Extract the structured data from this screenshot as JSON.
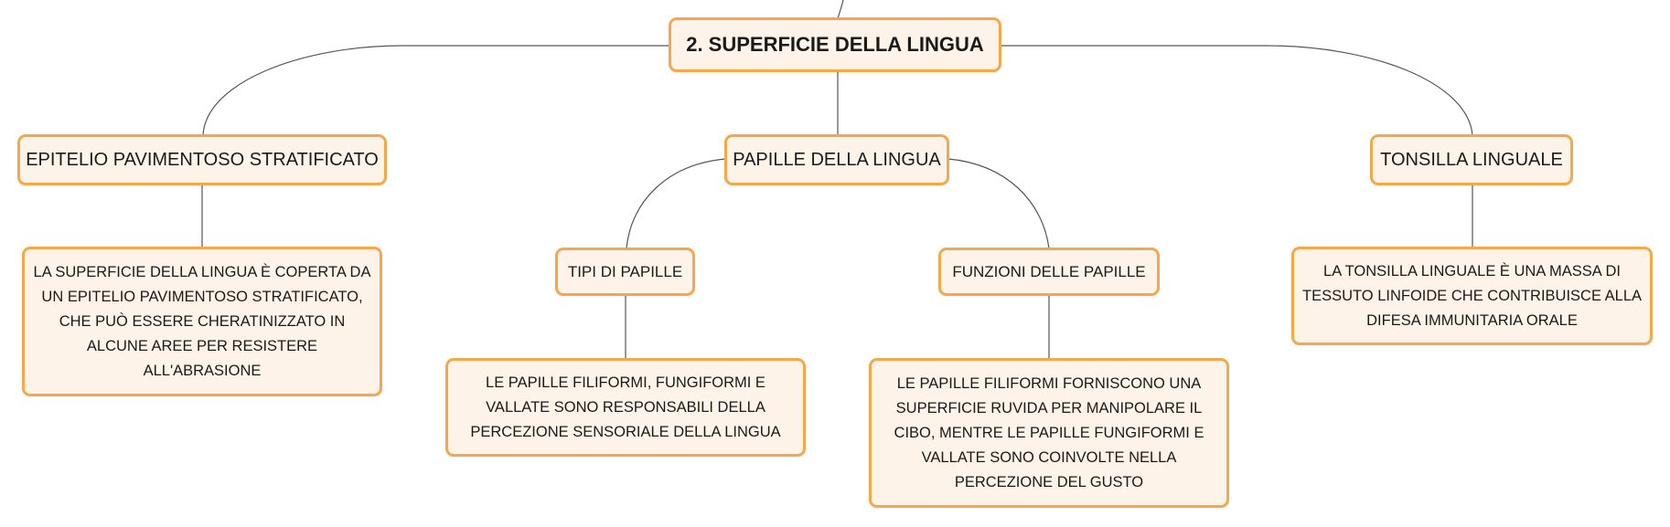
{
  "map": {
    "root": "2. SUPERFICIE DELLA LINGUA",
    "epitelio": {
      "title": "EPITELIO PAVIMENTOSO STRATIFICATO",
      "detail": "LA SUPERFICIE DELLA LINGUA È COPERTA DA UN EPITELIO PAVIMENTOSO STRATIFICATO, CHE PUÒ ESSERE CHERATINIZZATO IN ALCUNE AREE PER RESISTERE ALL'ABRASIONE"
    },
    "papille": {
      "title": "PAPILLE DELLA LINGUA",
      "tipi": {
        "title": "TIPI DI PAPILLE",
        "detail": "LE PAPILLE FILIFORMI, FUNGIFORMI E VALLATE SONO RESPONSABILI DELLA PERCEZIONE SENSORIALE DELLA LINGUA"
      },
      "funzioni": {
        "title": "FUNZIONI DELLE PAPILLE",
        "detail": "LE PAPILLE FILIFORMI FORNISCONO UNA SUPERFICIE RUVIDA PER MANIPOLARE IL CIBO, MENTRE LE PAPILLE FUNGIFORMI E VALLATE SONO COINVOLTE NELLA PERCEZIONE DEL GUSTO"
      }
    },
    "tonsilla": {
      "title": "TONSILLA LINGUALE",
      "detail": "LA TONSILLA LINGUALE È UNA MASSA DI TESSUTO LINFOIDE CHE CONTRIBUISCE ALLA DIFESA IMMUNITARIA ORALE"
    }
  },
  "colors": {
    "node_fill": "#fdf3e8",
    "node_border": "#f4a84a",
    "connector": "#555555"
  }
}
